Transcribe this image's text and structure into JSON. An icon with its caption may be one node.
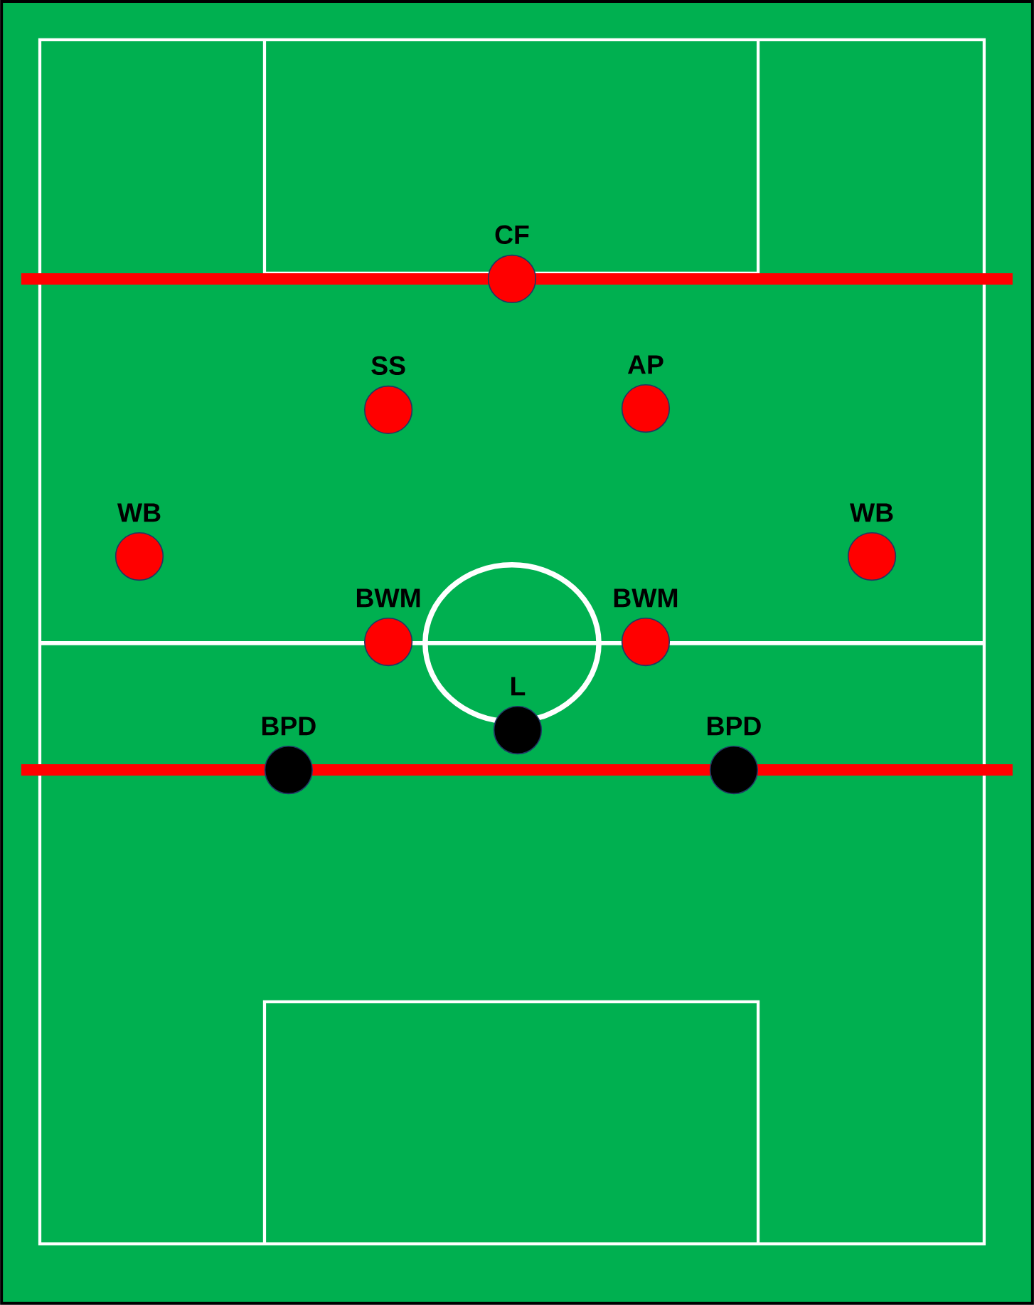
{
  "diagram": {
    "nodes": [
      {
        "text": [
          "CF"
        ]
      },
      {
        "text": [
          "SS"
        ]
      },
      {
        "text": [
          "AP"
        ]
      },
      {
        "text": [
          "WB"
        ]
      },
      {
        "text": [
          "WB"
        ]
      },
      {
        "text": [
          "BWM"
        ]
      },
      {
        "text": [
          "BWM"
        ]
      },
      {
        "text": [
          "L"
        ]
      },
      {
        "text": [
          "BPD"
        ]
      },
      {
        "text": [
          "BPD"
        ]
      }
    ]
  }
}
